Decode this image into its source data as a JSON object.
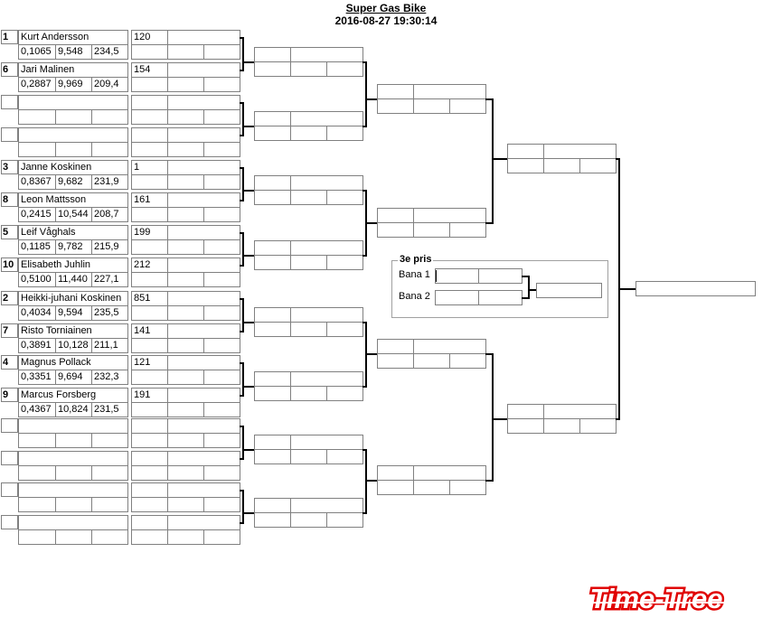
{
  "event": {
    "title": "Super Gas Bike",
    "datetime": "2016-08-27 19:30:14"
  },
  "round1": [
    {
      "seed": "1",
      "name": "Kurt Andersson",
      "rt": "0,1065",
      "et": "9,548",
      "speed": "234,5",
      "num": "120"
    },
    {
      "seed": "6",
      "name": "Jari Malinen",
      "rt": "0,2887",
      "et": "9,969",
      "speed": "209,4",
      "num": "154"
    },
    {
      "seed": "",
      "name": "",
      "rt": "",
      "et": "",
      "speed": "",
      "num": ""
    },
    {
      "seed": "",
      "name": "",
      "rt": "",
      "et": "",
      "speed": "",
      "num": ""
    },
    {
      "seed": "3",
      "name": "Janne Koskinen",
      "rt": "0,8367",
      "et": "9,682",
      "speed": "231,9",
      "num": "1"
    },
    {
      "seed": "8",
      "name": "Leon Mattsson",
      "rt": "0,2415",
      "et": "10,544",
      "speed": "208,7",
      "num": "161"
    },
    {
      "seed": "5",
      "name": "Leif Våghals",
      "rt": "0,1185",
      "et": "9,782",
      "speed": "215,9",
      "num": "199"
    },
    {
      "seed": "10",
      "name": "Elisabeth Juhlin",
      "rt": "0,5100",
      "et": "11,440",
      "speed": "227,1",
      "num": "212"
    },
    {
      "seed": "2",
      "name": "Heikki-juhani Koskinen",
      "rt": "0,4034",
      "et": "9,594",
      "speed": "235,5",
      "num": "851"
    },
    {
      "seed": "7",
      "name": "Risto Torniainen",
      "rt": "0,3891",
      "et": "10,128",
      "speed": "211,1",
      "num": "141"
    },
    {
      "seed": "4",
      "name": "Magnus Pollack",
      "rt": "0,3351",
      "et": "9,694",
      "speed": "232,3",
      "num": "121"
    },
    {
      "seed": "9",
      "name": "Marcus Forsberg",
      "rt": "0,4367",
      "et": "10,824",
      "speed": "231,5",
      "num": "191"
    },
    {
      "seed": "",
      "name": "",
      "rt": "",
      "et": "",
      "speed": "",
      "num": ""
    },
    {
      "seed": "",
      "name": "",
      "rt": "",
      "et": "",
      "speed": "",
      "num": ""
    },
    {
      "seed": "",
      "name": "",
      "rt": "",
      "et": "",
      "speed": "",
      "num": ""
    },
    {
      "seed": "",
      "name": "",
      "rt": "",
      "et": "",
      "speed": "",
      "num": ""
    }
  ],
  "third_place": {
    "label": "3e pris",
    "lane1": "Bana 1",
    "lane2": "Bana 2"
  },
  "logo_text": "Time-Tree",
  "colors": {
    "logo_red": "#e00000",
    "border": "#808080"
  }
}
